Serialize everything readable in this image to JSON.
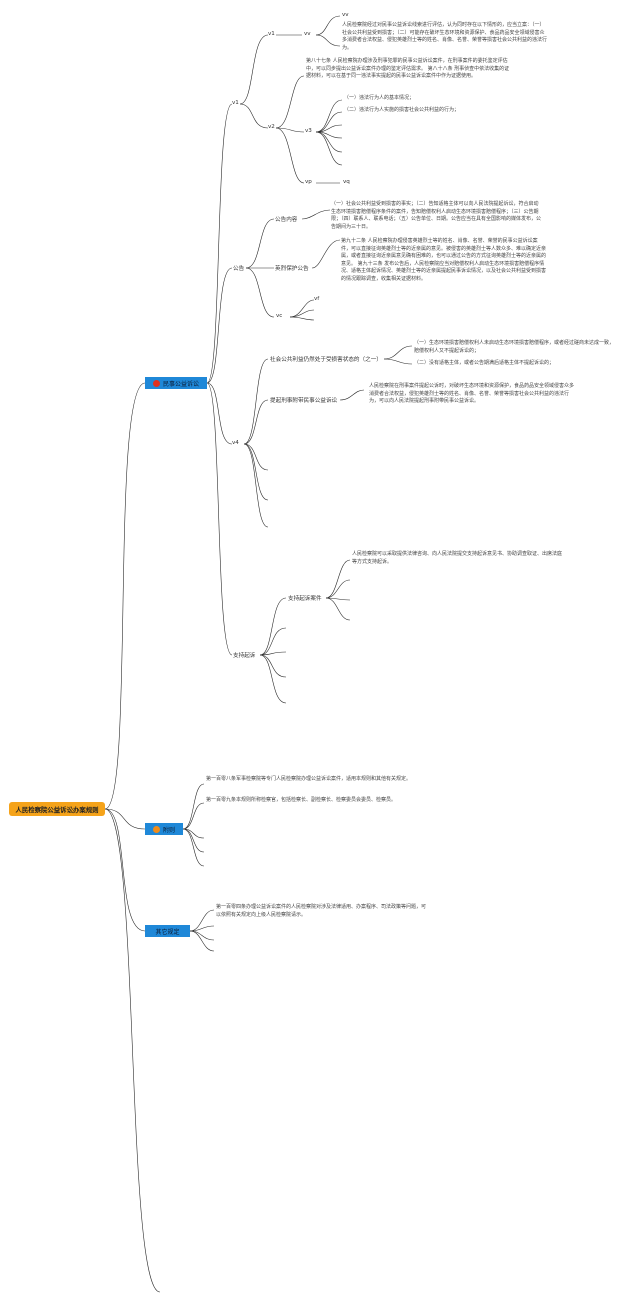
{
  "root": {
    "label": "人民检察院公益诉讼办案规则"
  },
  "branches": {
    "civil": {
      "label": "民事公益诉讼",
      "icon_color": "#e0301e"
    },
    "appendix": {
      "label": "附则",
      "icon_color": "#f08c1a"
    },
    "other": {
      "label": "其它规定"
    }
  },
  "nodes": {
    "v1": "v1",
    "v1a": "v1",
    "v2": "v2",
    "vv": "vv",
    "v3": "v3",
    "vp": "vp",
    "vq": "vq",
    "vc": "vc",
    "vf": "vf",
    "v4": "v4"
  },
  "texts": {
    "assess": "人民检察院经过对民事公益诉讼线索进行评估，认为同时存在以下情形的，应当立案：（一）社会公共利益受到损害；（二）可能存在破坏生态环境和资源保护、食品药品安全领域侵害众多消费者合法权益、侵犯英雄烈士等的姓名、肖像、名誉、荣誉等损害社会公共利益的违法行为。",
    "art87": "第八十七条 人民检察院办理涉及刑事犯罪的民事公益诉讼案件，在刑事案件的委托鉴定评估中，可以同步提出公益诉讼案件办理的鉴定评估需求。 第八十八条 刑事侦查中依法收集的证据材料，可以在基于同一违法事实提起的民事公益诉讼案件中作为证据使用。",
    "act1": "（一）违法行为人的基本情况；",
    "act2": "（二）违法行为人实施的损害社会公共利益的行为；",
    "notice_content": "（一）社会公共利益受到损害的事实；（二）告知适格主体可以向人民法院提起诉讼，符合启动生态环境损害赔偿程序条件的案件，告知赔偿权利人启动生态环境损害赔偿程序；（三）公告期限；（四）联系人、联系电话；（五）公告单位、日期。公告应当在具有全国影响的媒体发布，公告期间为三十日。",
    "hero": "第九十二条 人民检察院办理侵害英雄烈士等的姓名、肖像、名誉、荣誉的民事公益诉讼案件，可以直接征询英雄烈士等的近亲属的意见。被侵害的英雄烈士等人数众多、难以确定近亲属，或者直接征询近亲属意见确有困难的，也可以通过公告的方式征询英雄烈士等的近亲属的意见。 第九十三条 发布公告后，人民检察院应当对赔偿权利人启动生态环境损害赔偿程序情况、适格主体起诉情况、英雄烈士等的近亲属提起民事诉讼情况，以及社会公共利益受到损害的情况跟踪调查，收集相关证据材料。",
    "still1": "（一）生态环境损害赔偿权利人未启动生态环境损害赔偿程序，或者经过磋商未达成一致，赔偿权利人又不提起诉讼的；",
    "still2": "（二）没有适格主体，或者公告期满后适格主体不提起诉讼的；",
    "criminal": "人民检察院在刑事案件提起公诉时，对破坏生态环境和资源保护，食品药品安全领域侵害众多消费者合法权益，侵犯英雄烈士等的姓名、肖像、名誉、荣誉等损害社会公共利益的违法行为，可以向人民法院提起刑事附带民事公益诉讼。",
    "support": "人民检察院可以采取提供法律咨询、向人民法院提交支持起诉意见书、协助调查取证、出席法庭等方式支持起诉。",
    "app1": "第一百零八条军事检察院等专门人民检察院办理公益诉讼案件，适用本规则和其他有关规定。",
    "app2": "第一百零九条本规则所称检察官，包括检察长、副检察长、检察委员会委员、检察员。",
    "other": "第一百零四条办理公益诉讼案件的人民检察院对涉及法律适用、办案程序、司法政策等问题，可以依照有关规定向上级人民检察院请示。"
  },
  "labels": {
    "notice": "公告",
    "notice_content": "公告内容",
    "hero_protect": "英烈保护公告",
    "still_damaged": "社会公共利益仍然处于受损害状态的（之一）",
    "criminal_civil": "提起刑事附带民事公益诉讼",
    "support": "支持起诉",
    "support_case": "支持起诉案件"
  }
}
